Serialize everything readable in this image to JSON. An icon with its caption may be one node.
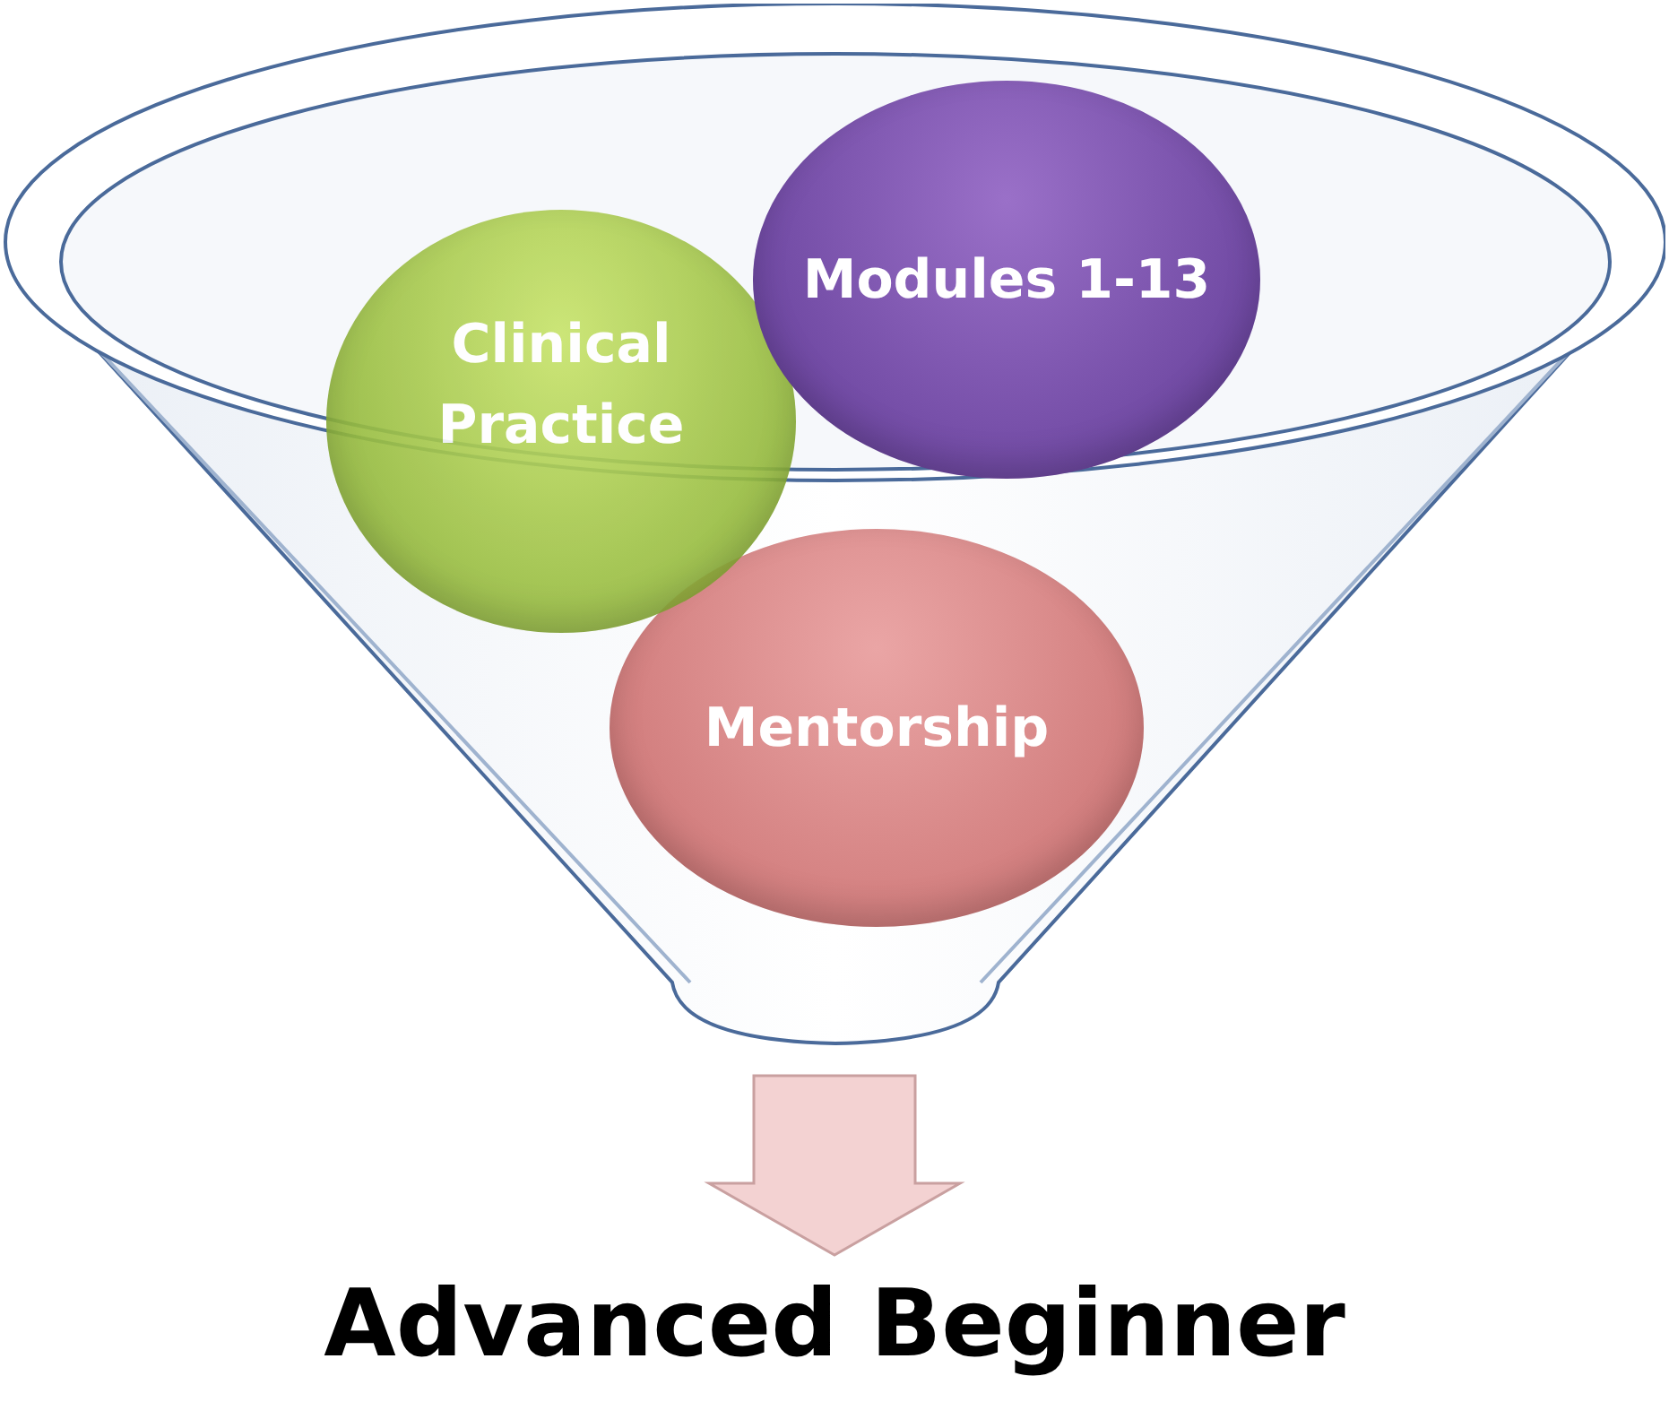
{
  "diagram": {
    "nodes": [
      {
        "text": [],
        "shape": "funnel"
      },
      {
        "text": [
          "Clinical Practice"
        ]
      },
      {
        "text": [
          "Modules 1-13"
        ]
      },
      {
        "text": [
          "Mentorship"
        ],
        "in": 0
      },
      {
        "text": [
          "Advanced Beginner"
        ]
      }
    ],
    "edges": [
      {
        "from": 0,
        "to": 4,
        "arrow": "to",
        "style": "thick"
      }
    ]
  }
}
